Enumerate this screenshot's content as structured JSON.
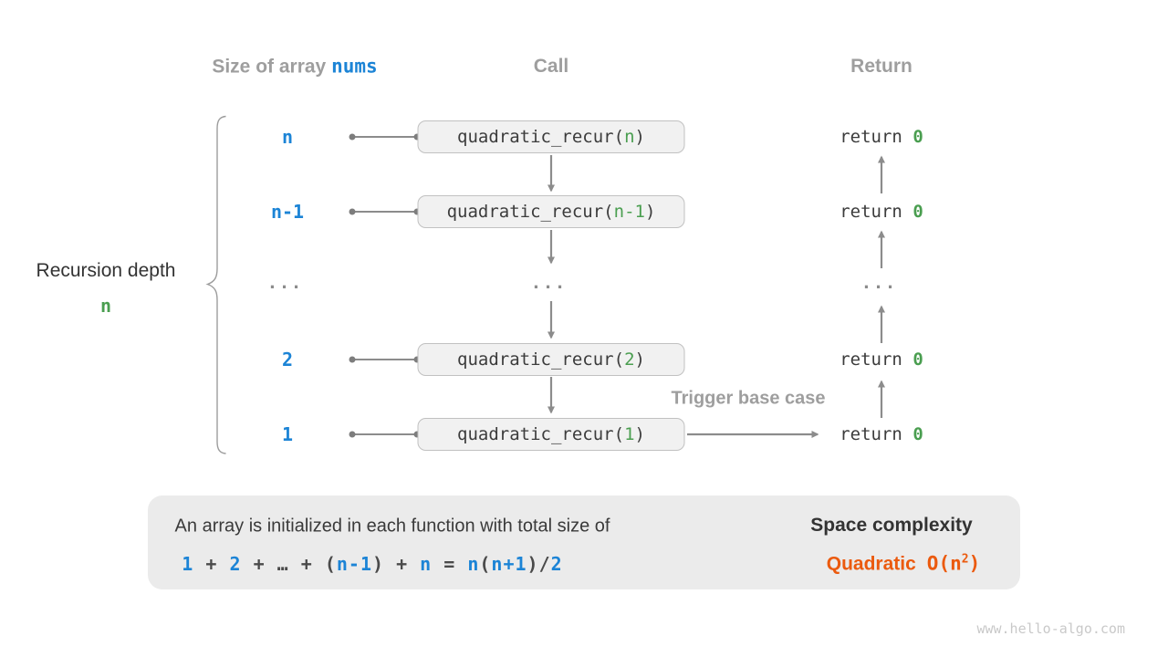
{
  "headers": {
    "size_prefix": "Size of array ",
    "size_code": "nums",
    "call": "Call",
    "ret": "Return"
  },
  "depth": {
    "label": "Recursion depth",
    "value": "n"
  },
  "ellipsis": "...",
  "rows": [
    {
      "size": "n",
      "call_fn": "quadratic_recur(",
      "call_arg": "n",
      "call_end": ")",
      "ret_kw": "return ",
      "ret_val": "0"
    },
    {
      "size": "n-1",
      "call_fn": "quadratic_recur(",
      "call_arg": "n-1",
      "call_end": ")",
      "ret_kw": "return ",
      "ret_val": "0"
    },
    {
      "size": "2",
      "call_fn": "quadratic_recur(",
      "call_arg": "2",
      "call_end": ")",
      "ret_kw": "return ",
      "ret_val": "0"
    },
    {
      "size": "1",
      "call_fn": "quadratic_recur(",
      "call_arg": "1",
      "call_end": ")",
      "ret_kw": "return ",
      "ret_val": "0"
    }
  ],
  "trigger": {
    "label": "Trigger base case"
  },
  "panel": {
    "line1": "An array is initialized in each function with total size of",
    "formula": [
      {
        "text": "1",
        "color": "blue"
      },
      {
        "text": " + ",
        "color": "gray"
      },
      {
        "text": "2",
        "color": "blue"
      },
      {
        "text": " + ",
        "color": "gray"
      },
      {
        "text": "…",
        "color": "gray"
      },
      {
        "text": " + ",
        "color": "gray"
      },
      {
        "text": "(",
        "color": "gray"
      },
      {
        "text": "n-1",
        "color": "blue"
      },
      {
        "text": ")",
        "color": "gray"
      },
      {
        "text": " + ",
        "color": "gray"
      },
      {
        "text": "n",
        "color": "blue"
      },
      {
        "text": " = ",
        "color": "gray"
      },
      {
        "text": "n",
        "color": "blue"
      },
      {
        "text": "(",
        "color": "gray"
      },
      {
        "text": "n+1",
        "color": "blue"
      },
      {
        "text": ")",
        "color": "gray"
      },
      {
        "text": "/",
        "color": "gray"
      },
      {
        "text": "2",
        "color": "blue"
      }
    ],
    "right_title": "Space complexity",
    "right_word": "Quadratic",
    "right_o": "O(",
    "right_n": "n",
    "right_sup": "2",
    "right_close": ")"
  },
  "watermark": "www.hello-algo.com",
  "colors": {
    "blue": "#1c84d6",
    "green": "#4a9e50",
    "orange": "#eb5a0e",
    "gray_heading": "#9e9e9e",
    "dark_text": "#3c3c3c",
    "arrow": "#8c8c8c",
    "box_fill": "#f1f1f1",
    "box_border": "#c1c1c1",
    "panel_fill": "#ebebeb"
  }
}
